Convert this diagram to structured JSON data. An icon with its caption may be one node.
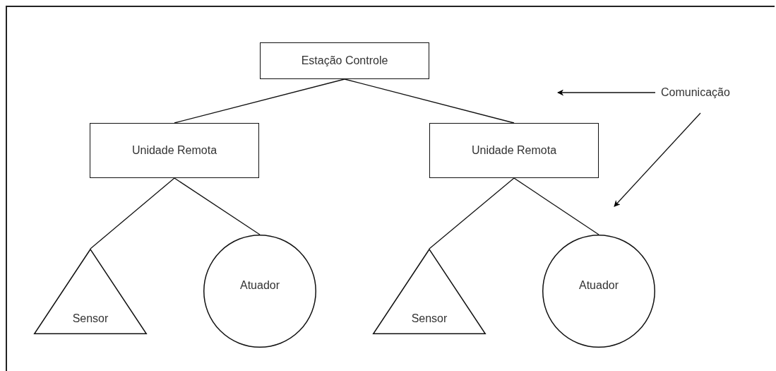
{
  "diagram": {
    "nodes": [
      {
        "text": [
          "Estação Controle"
        ]
      },
      {
        "text": [
          "Unidade Remota"
        ]
      },
      {
        "text": [
          "Unidade Remota"
        ]
      },
      {
        "text": [
          "Sensor"
        ]
      },
      {
        "text": [
          "Atuador"
        ]
      },
      {
        "text": [
          "Sensor"
        ]
      },
      {
        "text": [
          "Atuador"
        ]
      },
      {
        "text": [
          "Comunicação"
        ]
      }
    ],
    "edges": [
      {
        "from": 0,
        "to": 1,
        "arrow": "none"
      },
      {
        "from": 0,
        "to": 2,
        "arrow": "none"
      },
      {
        "from": 1,
        "to": 3,
        "arrow": "none"
      },
      {
        "from": 1,
        "to": 4,
        "arrow": "none"
      },
      {
        "from": 2,
        "to": 5,
        "arrow": "none"
      },
      {
        "from": 2,
        "to": 6,
        "arrow": "none"
      },
      {
        "from": 7,
        "to": null,
        "arrow": "to"
      },
      {
        "from": 7,
        "to": null,
        "arrow": "to"
      }
    ]
  }
}
